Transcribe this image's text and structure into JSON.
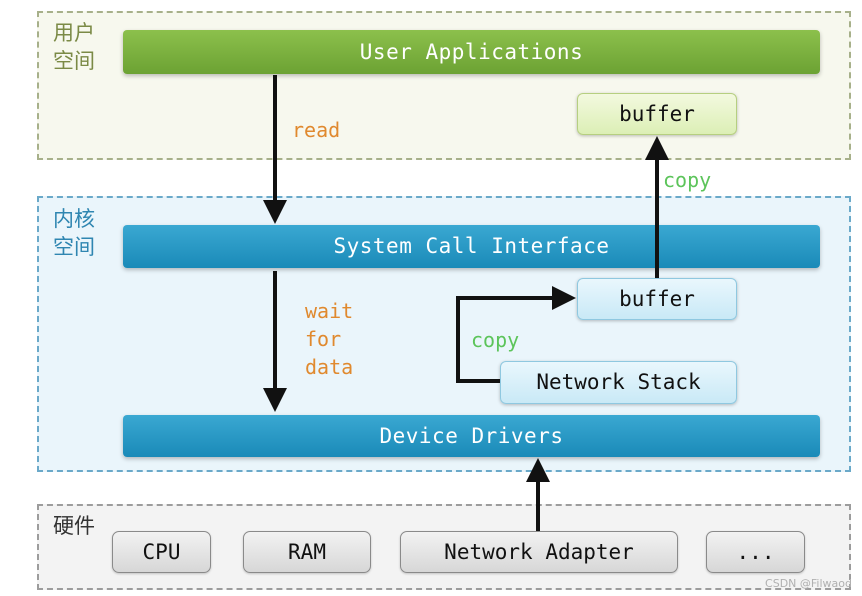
{
  "regions": {
    "user_space": "用户\n空间",
    "kernel_space": "内核\n空间",
    "hardware": "硬件"
  },
  "layers": {
    "user_applications": "User Applications",
    "system_call_interface": "System Call Interface",
    "device_drivers": "Device Drivers"
  },
  "boxes": {
    "user_buffer": "buffer",
    "kernel_buffer": "buffer",
    "network_stack": "Network Stack"
  },
  "hardware_items": [
    "CPU",
    "RAM",
    "Network Adapter",
    "..."
  ],
  "labels": {
    "read": "read",
    "wait_for_data": "wait\nfor\ndata",
    "copy_top": "copy",
    "copy_bottom": "copy"
  },
  "watermark": "CSDN @Filwaod",
  "colors": {
    "user_bar": "#7ab33f",
    "kernel_bar": "#2499c6",
    "orange_label": "#e0892e",
    "green_label": "#5cc45a"
  }
}
